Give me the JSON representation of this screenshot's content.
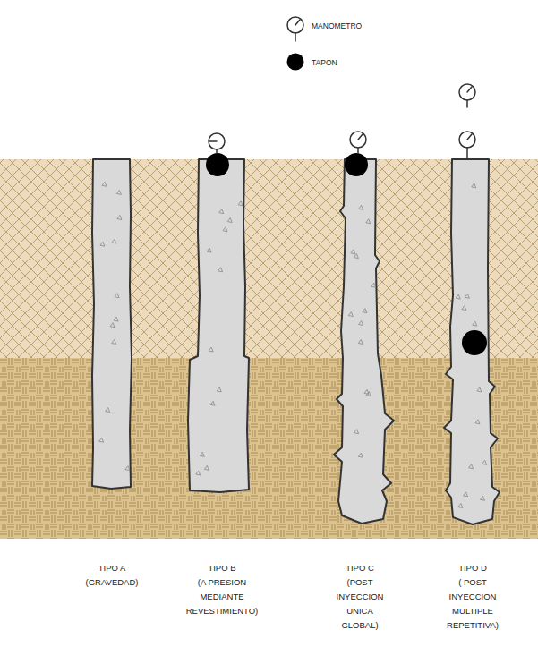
{
  "diagram": {
    "labels": [
      "TIPO A",
      "(GRAVEDAD)",
      "TIPO B",
      "(A PRESION MEDIANTE REVESTIMIENTO)",
      "TIPO C",
      "(POST INYECCION UNICA GLOBAL)",
      "TIPO D",
      "( POST INYECCION MULTIPLE REPETITIVA)"
    ],
    "legend": [
      {
        "text": "MANOMETRO"
      },
      {
        "text": "TAPON"
      }
    ]
  }
}
